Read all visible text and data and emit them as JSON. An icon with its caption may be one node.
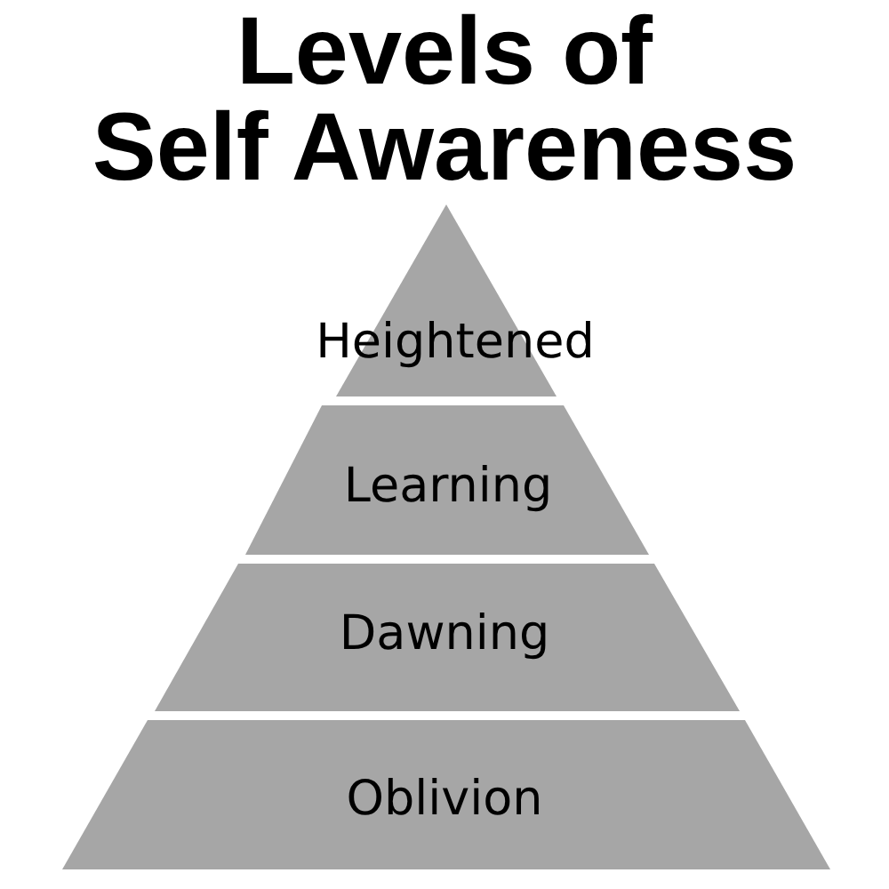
{
  "diagram": {
    "title": "Levels of Self Awareness",
    "nodes": [
      {
        "text": [
          "Heightened"
        ]
      },
      {
        "text": [
          "Learning"
        ]
      },
      {
        "text": [
          "Dawning"
        ]
      },
      {
        "text": [
          "Oblivion"
        ]
      }
    ]
  }
}
